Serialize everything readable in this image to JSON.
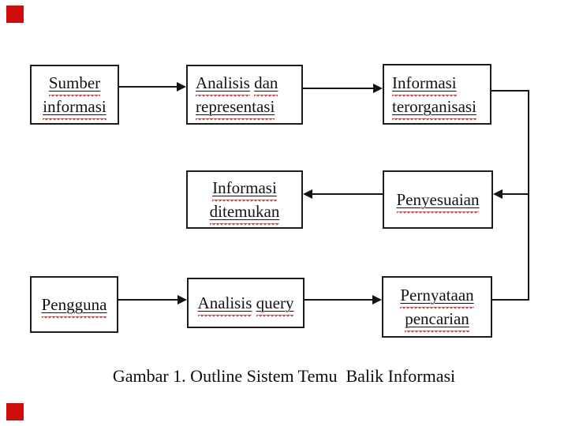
{
  "diagram": {
    "title_hint": "Outline of an information retrieval system flowchart",
    "boxes": [
      {
        "id": "sumber-informasi",
        "lines": [
          "Sumber",
          "informasi"
        ]
      },
      {
        "id": "analisis-representasi",
        "lines": [
          "Analisis dan",
          "representasi"
        ]
      },
      {
        "id": "informasi-terorganisasi",
        "lines": [
          "Informasi",
          "terorganisasi"
        ]
      },
      {
        "id": "informasi-ditemukan",
        "lines": [
          "Informasi",
          "ditemukan"
        ]
      },
      {
        "id": "penyesuaian",
        "lines": [
          "Penyesuaian"
        ]
      },
      {
        "id": "pengguna",
        "lines": [
          "Pengguna"
        ]
      },
      {
        "id": "analisis-query",
        "lines": [
          "Analisis query"
        ]
      },
      {
        "id": "pernyataan-pencarian",
        "lines": [
          "Pernyataan",
          "pencarian"
        ]
      }
    ],
    "flows": [
      {
        "from": "sumber-informasi",
        "to": "analisis-representasi"
      },
      {
        "from": "analisis-representasi",
        "to": "informasi-terorganisasi"
      },
      {
        "from": "informasi-terorganisasi",
        "to": "penyesuaian"
      },
      {
        "from": "penyesuaian",
        "to": "informasi-ditemukan"
      },
      {
        "from": "pengguna",
        "to": "analisis-query"
      },
      {
        "from": "analisis-query",
        "to": "pernyataan-pencarian"
      },
      {
        "from": "pernyataan-pencarian",
        "to": "penyesuaian"
      }
    ],
    "colors": {
      "box_border": "#1c1c1c",
      "text": "#121212",
      "underline": "#000000",
      "spellcheck_squiggle": "#d24b4b",
      "corner_square": "#cf0d0d",
      "background": "#ffffff"
    }
  },
  "caption": {
    "text": "Gambar 1. Outline Sistem Temu  Balik Informasi"
  }
}
